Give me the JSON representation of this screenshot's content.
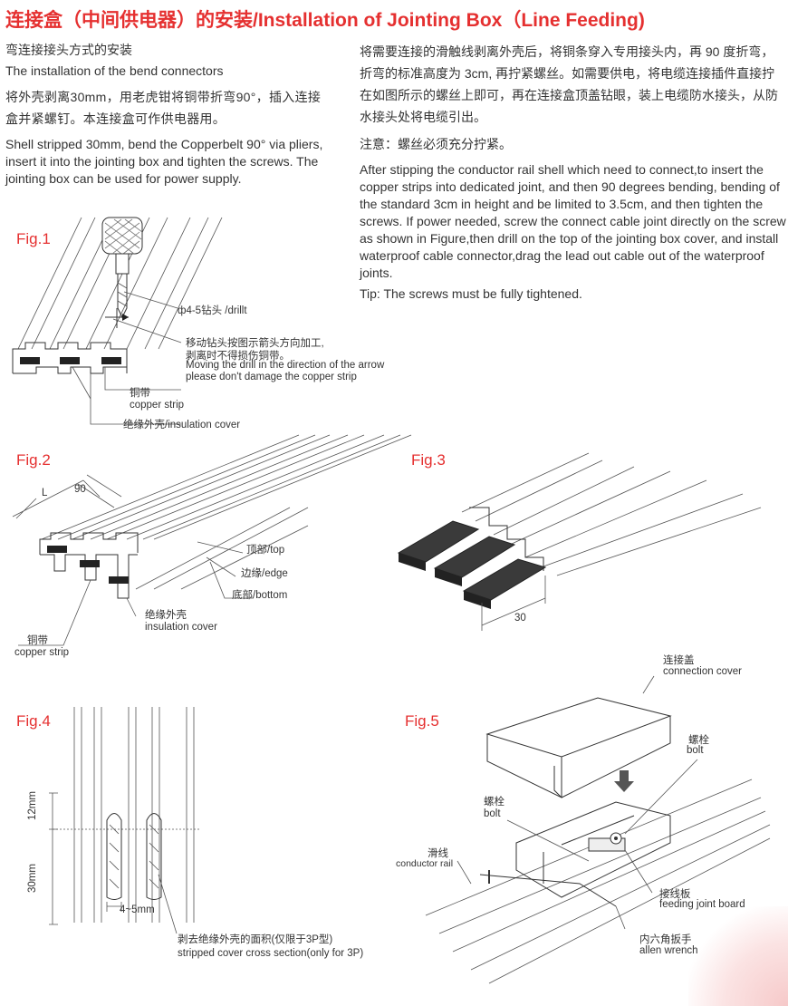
{
  "title": "连接盒（中间供电器）的安装/Installation of Jointing Box（Line Feeding)",
  "left_col": {
    "cn_heading": "弯连接接头方式的安装",
    "en_heading": "The installation of the bend connectors",
    "cn_body": "将外壳剥离30mm，用老虎钳将铜带折弯90°，插入连接盒并紧螺钉。本连接盒可作供电器用。",
    "en_body": "Shell stripped 30mm, bend the Copperbelt 90° via pliers, insert it into the jointing box and tighten the screws. The jointing box can be used for power supply."
  },
  "right_col": {
    "cn_body": "将需要连接的滑触线剥离外壳后，将铜条穿入专用接头内，再 90 度折弯，折弯的标准高度为 3cm, 再拧紧螺丝。如需要供电，将电缆连接插件直接拧在如图所示的螺丝上即可，再在连接盒顶盖钻眼，装上电缆防水接头，从防水接头处将电缆引出。",
    "cn_note": "注意：螺丝必须充分拧紧。",
    "en_body": "After stipping the conductor rail shell which need to connect,to insert the copper strips into dedicated joint, and then 90 degrees bending, bending of the standard 3cm in height  and be limited to 3.5cm, and then tighten the screws. If power needed, screw the connect cable joint directly on the screw as shown in Figure,then drill on the top of the jointing box cover, and install waterproof cable connector,drag the lead out cable out of the waterproof joints.",
    "en_tip": "Tip: The screws must be fully tightened."
  },
  "fig1": {
    "label": "Fig.1",
    "drill": "ф4-5钻头 /drillt",
    "move_cn1": "移动钻头按图示箭头方向加工,",
    "move_cn2": "剥离时不得损伤铜带。",
    "move_en1": "Moving the drill in the direction of the arrow",
    "move_en2": "please don't damage the copper strip",
    "copper_cn": "铜带",
    "copper_en": "copper strip",
    "insul": "绝缘外壳/insulation cover"
  },
  "fig2": {
    "label": "Fig.2",
    "dim_l": "L",
    "dim_90": "90",
    "top": "顶部/top",
    "edge": "边缘/edge",
    "bottom": "底部/bottom",
    "insul_cn": "绝缘外壳",
    "insul_en": "insulation cover",
    "copper_cn": "铜带",
    "copper_en": "copper strip"
  },
  "fig3": {
    "label": "Fig.3",
    "dim_30": "30"
  },
  "fig4": {
    "label": "Fig.4",
    "dim_12": "12mm",
    "dim_30": "30mm",
    "dim_45": "4~5mm",
    "stripped_cn": "剥去绝缘外壳的面积(仅限于3P型)",
    "stripped_en": "stripped cover cross section(only for 3P)"
  },
  "fig5": {
    "label": "Fig.5",
    "cover_cn": "连接盖",
    "cover_en": "connection cover",
    "bolt_cn_r": "螺栓",
    "bolt_en_r": "bolt",
    "bolt_cn_l": "螺栓",
    "bolt_en_l": "bolt",
    "rail_cn": "滑线",
    "rail_en": "conductor rail",
    "board_cn": "接线板",
    "board_en": "feeding joint board",
    "wrench_cn": "内六角扳手",
    "wrench_en": "allen wrench"
  }
}
